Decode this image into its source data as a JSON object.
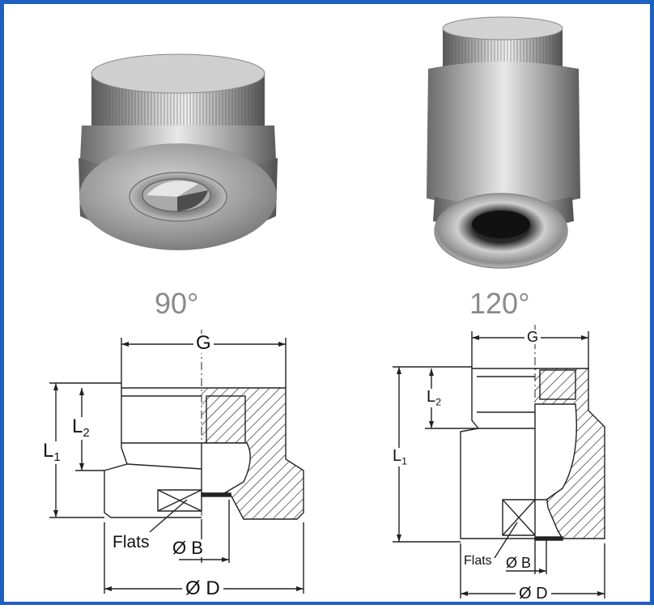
{
  "products": [
    {
      "angle": "90°"
    },
    {
      "angle": "120°"
    }
  ],
  "drawings": [
    {
      "labels": {
        "g": "G",
        "l1_main": "L",
        "l1_sub": "1",
        "l2_main": "L",
        "l2_sub": "2",
        "flats": "Flats",
        "b": "Ø B",
        "d": "Ø D"
      }
    },
    {
      "labels": {
        "g": "G",
        "l1_main": "L",
        "l1_sub": "1",
        "l2_main": "L",
        "l2_sub": "2",
        "flats": "Flats",
        "b": "Ø B",
        "d": "Ø D"
      }
    }
  ],
  "colors": {
    "border": "#1f5fbf",
    "angle_text": "#8a8a8a",
    "steel_light": "#e0e0e0",
    "steel_dark": "#4a4a4a"
  }
}
